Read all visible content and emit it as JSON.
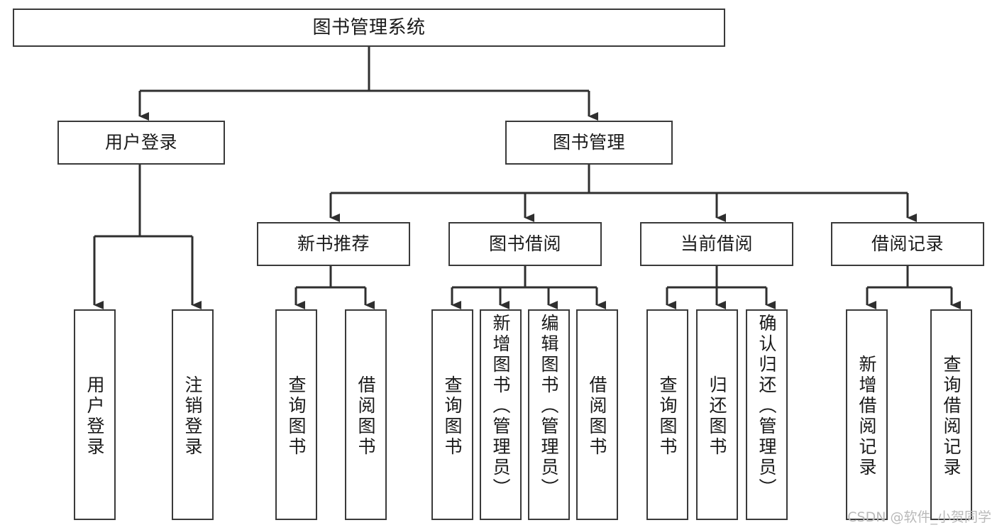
{
  "diagram": {
    "type": "tree-hierarchy-chart",
    "root": {
      "id": "root",
      "label": "图书管理系统"
    },
    "level2": [
      {
        "id": "user-login",
        "label": "用户登录"
      },
      {
        "id": "book-mgmt",
        "label": "图书管理"
      }
    ],
    "level3": [
      {
        "id": "new-book-rec",
        "label": "新书推荐"
      },
      {
        "id": "book-borrow",
        "label": "图书借阅"
      },
      {
        "id": "current-borrow",
        "label": "当前借阅"
      },
      {
        "id": "borrow-record",
        "label": "借阅记录"
      }
    ],
    "leaves": [
      {
        "id": "leaf-user-login",
        "label": "用户登录"
      },
      {
        "id": "leaf-user-logout",
        "label": "注销登录"
      },
      {
        "id": "leaf-query-book-1",
        "label": "查询图书"
      },
      {
        "id": "leaf-borrow-book-1",
        "label": "借阅图书"
      },
      {
        "id": "leaf-query-book-2",
        "label": "查询图书"
      },
      {
        "id": "leaf-add-book",
        "label": "新增图书（管理员）"
      },
      {
        "id": "leaf-edit-book",
        "label": "编辑图书（管理员）"
      },
      {
        "id": "leaf-borrow-book-2",
        "label": "借阅图书"
      },
      {
        "id": "leaf-query-book-3",
        "label": "查询图书"
      },
      {
        "id": "leaf-return-book",
        "label": "归还图书"
      },
      {
        "id": "leaf-confirm-return",
        "label": "确认归还（管理员）"
      },
      {
        "id": "leaf-add-record",
        "label": "新增借阅记录"
      },
      {
        "id": "leaf-query-record",
        "label": "查询借阅记录"
      }
    ],
    "colors": {
      "box_border": "#3a3a3a",
      "box_fill": "#ffffff",
      "connector": "#2f2f2f",
      "text": "#1a1a1a",
      "watermark": "#b9b9b9",
      "background": "#ffffff"
    }
  },
  "watermark": {
    "text": "CSDN @软件_小贺同学"
  }
}
